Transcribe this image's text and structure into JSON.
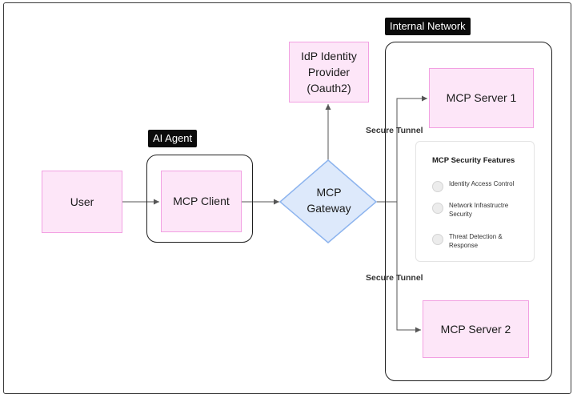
{
  "nodes": {
    "user": "User",
    "mcp_client": "MCP Client",
    "gateway_line1": "MCP",
    "gateway_line2": "Gateway",
    "idp_line1": "IdP Identity",
    "idp_line2": "Provider",
    "idp_line3": "(Oauth2)",
    "server1": "MCP Server 1",
    "server2": "MCP Server 2"
  },
  "groups": {
    "ai_agent": "AI Agent",
    "internal_network": "Internal Network"
  },
  "tunnels": [
    "Secure Tunnel",
    "Secure Tunnel"
  ],
  "security_features": {
    "title": "MCP Security Features",
    "items": [
      "Identity Access Control",
      "Network Infrastructre Security",
      "Threat Detection & Response"
    ]
  },
  "colors": {
    "node_fill": "#fde6f8",
    "node_border": "#f2a0e2",
    "gateway_fill": "#dde9fb",
    "gateway_border": "#8db4ee",
    "tag_bg": "#0b0b0b"
  }
}
